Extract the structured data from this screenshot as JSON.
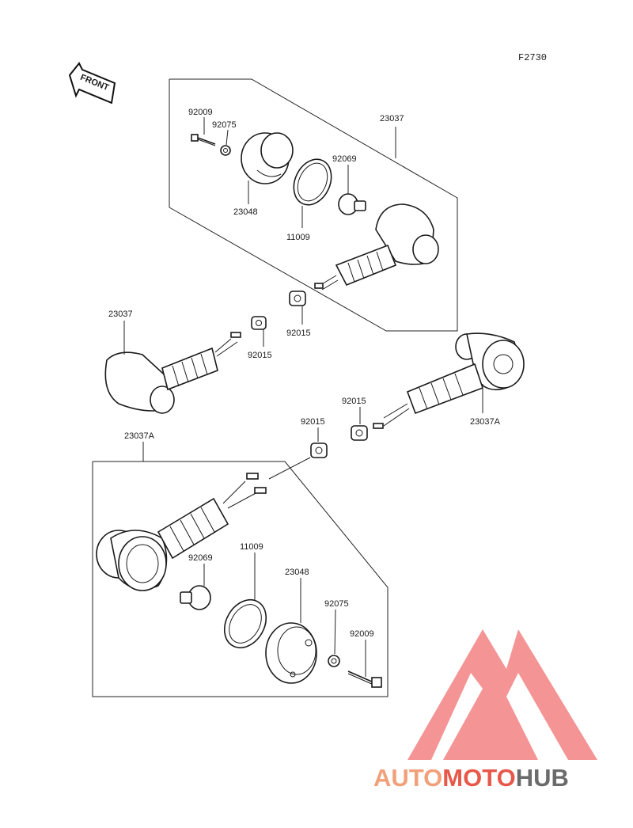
{
  "figure_code": "F2730",
  "front_label": "FRONT",
  "labels": {
    "u_92009": "92009",
    "u_92075": "92075",
    "u_23048": "23048",
    "u_11009": "11009",
    "u_92069": "92069",
    "u_23037": "23037",
    "u_92015": "92015",
    "l_23037": "23037",
    "l_92015": "92015",
    "r_92015": "92015",
    "r_23037A": "23037A",
    "b_23037A": "23037A",
    "b_92015": "92015",
    "b_11009": "11009",
    "b_92069": "92069",
    "b_23048": "23048",
    "b_92075": "92075",
    "b_92009": "92009"
  },
  "watermark": {
    "part1": "AUTO",
    "part2": "MOTO",
    "part3": "HUB",
    "color_main": "#f2a07a",
    "color_mid": "#e8584a",
    "color_dark": "#6b6b6b",
    "triangle_color": "#f07070"
  }
}
